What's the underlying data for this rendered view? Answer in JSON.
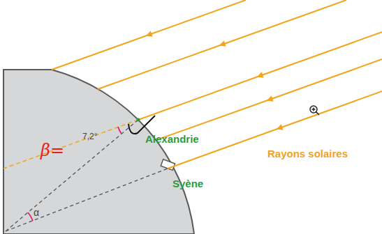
{
  "diagram": {
    "labels": [
      "β=",
      "7,2°",
      "α",
      "Alexandrie",
      "Syène",
      "Rayons solaires"
    ]
  }
}
